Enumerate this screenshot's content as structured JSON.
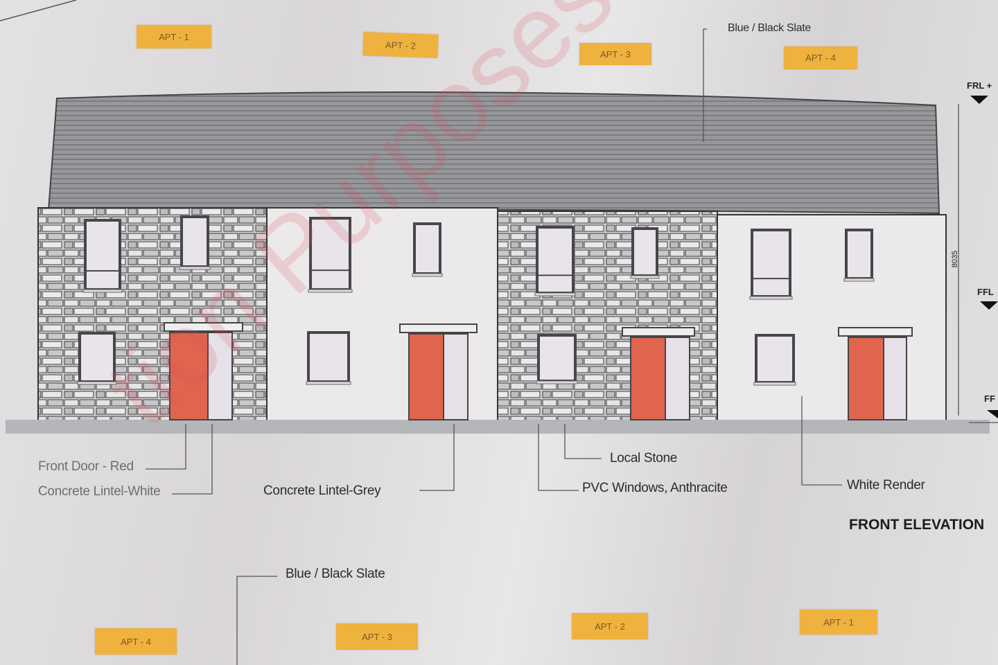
{
  "top_tags": [
    "APT - 1",
    "APT - 2",
    "APT - 3",
    "APT - 4"
  ],
  "bottom_tags": [
    "APT - 4",
    "APT - 3",
    "APT - 2",
    "APT - 1"
  ],
  "labels": {
    "roof_top": "Blue / Black Slate",
    "roof_bottom": "Blue / Black Slate",
    "front_door": "Front Door - Red",
    "lintel_white": "Concrete Lintel-White",
    "lintel_grey": "Concrete Lintel-Grey",
    "local_stone": "Local Stone",
    "pvc_windows": "PVC Windows, Anthracite",
    "white_render": "White Render"
  },
  "levels": {
    "frl": "FRL +",
    "ffl_upper": "FFL",
    "ffl_ground": "FF"
  },
  "dimension": "8035",
  "drawing_title": "FRONT ELEVATION",
  "watermark": "tion Purposes Only!",
  "colors": {
    "door": "#e0654f",
    "tag": "#efb23e",
    "roof": "#8c8e92",
    "render": "#ece9ea",
    "watermark": "#dc465a"
  }
}
